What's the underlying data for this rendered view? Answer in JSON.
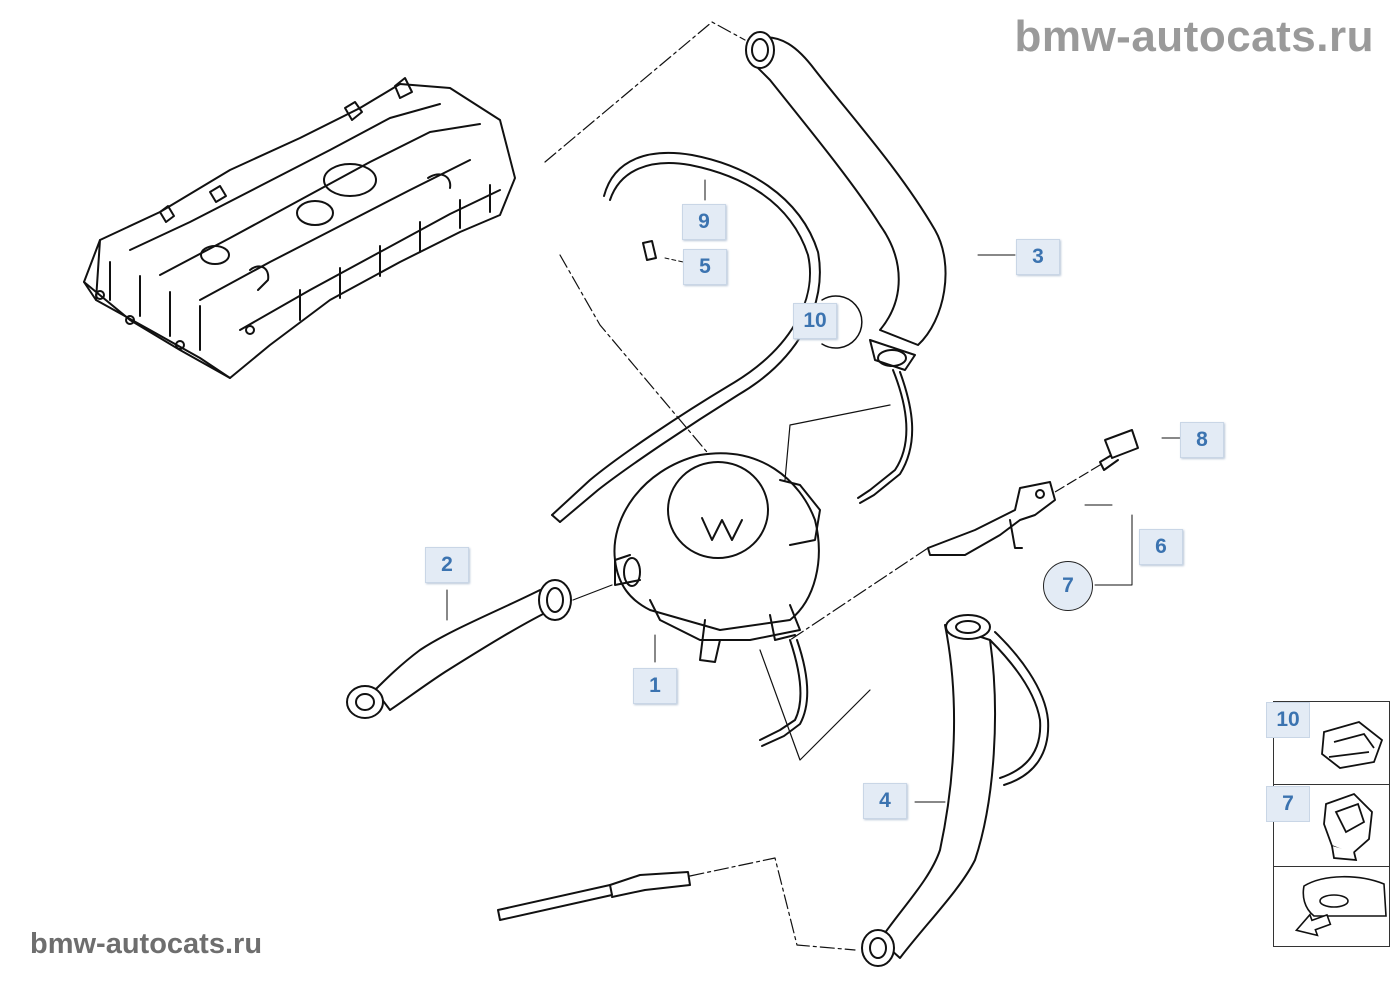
{
  "watermark": {
    "top": "bmw-autocats.ru",
    "bottom": "bmw-autocats.ru"
  },
  "callouts": [
    {
      "id": "1",
      "label": "1"
    },
    {
      "id": "2",
      "label": "2"
    },
    {
      "id": "3",
      "label": "3"
    },
    {
      "id": "4",
      "label": "4"
    },
    {
      "id": "5",
      "label": "5"
    },
    {
      "id": "6",
      "label": "6"
    },
    {
      "id": "7",
      "label": "7"
    },
    {
      "id": "8",
      "label": "8"
    },
    {
      "id": "9",
      "label": "9"
    },
    {
      "id": "10",
      "label": "10"
    }
  ],
  "thumbnails": [
    {
      "label": "10",
      "icon": "clip-icon"
    },
    {
      "label": "7",
      "icon": "clamp-icon"
    },
    {
      "label": "",
      "icon": "vehicle-arrow-icon"
    }
  ],
  "colors": {
    "callout_bg": "#e3ebf5",
    "callout_text": "#3b73b0",
    "line": "#111111",
    "watermark": "#9a9a9a"
  }
}
